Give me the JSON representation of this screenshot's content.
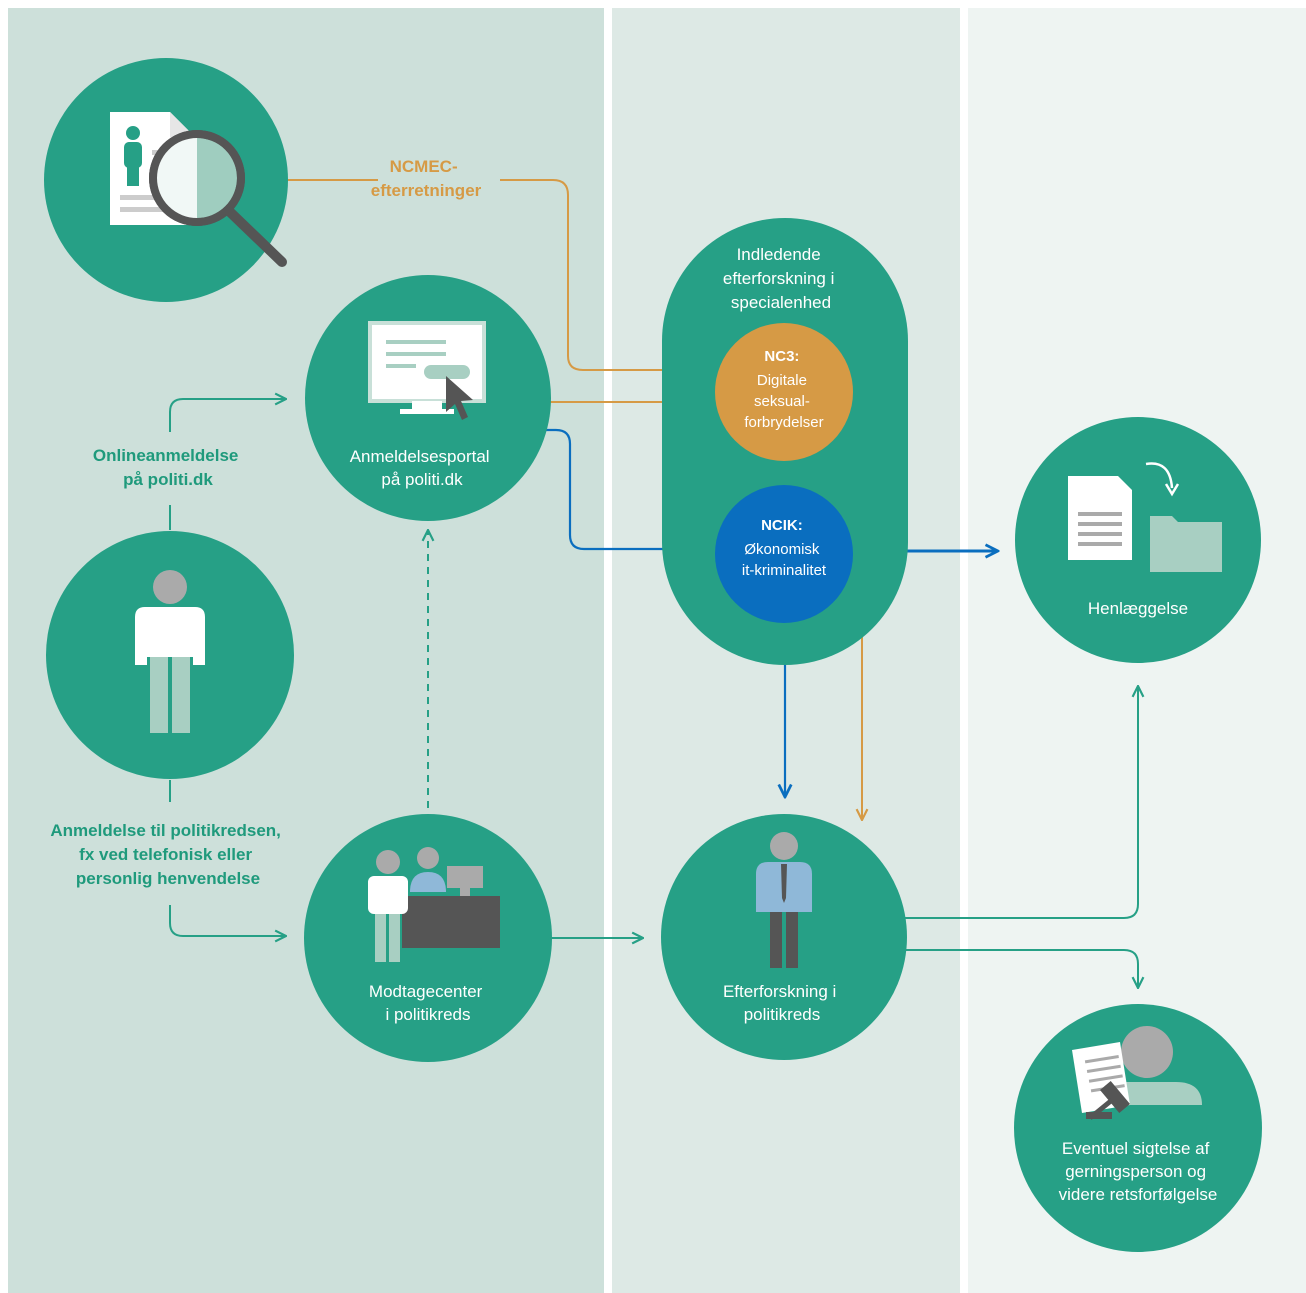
{
  "colors": {
    "teal": "#26a086",
    "teal_text": "#1f9a7c",
    "orange": "#d69a45",
    "blue": "#0a6ebf",
    "column_1_bg": "#cde0da",
    "column_2_bg": "#dde9e5",
    "column_3_bg": "#eef4f2",
    "pale_green": "#a8cfc2",
    "grey": "#a6a6a6",
    "dark_grey": "#555555"
  },
  "labels": {
    "ncmec": [
      "NCMEC-",
      "efterretninger"
    ],
    "online": [
      "Onlineanmeldelse",
      "på politi.dk"
    ],
    "kreds_report": [
      "Anmeldelse til politikredsen,",
      "fx ved telefonisk eller",
      "personlig henvendelse"
    ]
  },
  "nodes": {
    "portal": [
      "Anmeldelsesportal",
      "på politi.dk"
    ],
    "modtage": [
      "Modtagecenter",
      "i politikreds"
    ],
    "special": [
      "Indledende",
      "efterforskning i",
      "specialenhed"
    ],
    "nc3_title": "NC3:",
    "nc3": [
      "Digitale",
      "seksual-",
      "forbrydelser"
    ],
    "ncik_title": "NCIK:",
    "ncik": [
      "Økonomisk",
      "it-kriminalitet"
    ],
    "efterforskning": [
      "Efterforskning i",
      "politikreds"
    ],
    "henlaeggelse": [
      "Henlæggelse"
    ],
    "sigtelse": [
      "Eventuel sigtelse af",
      "gerningsperson og",
      "videre retsforfølgelse"
    ]
  },
  "icons": {
    "ncmec": "document-magnifier-icon",
    "person": "person-icon",
    "portal": "computer-screen-cursor-icon",
    "modtage": "reception-desk-icon",
    "police": "police-officer-icon",
    "henlaeggelse": "document-to-folder-icon",
    "sigtelse": "gavel-defendant-icon"
  }
}
